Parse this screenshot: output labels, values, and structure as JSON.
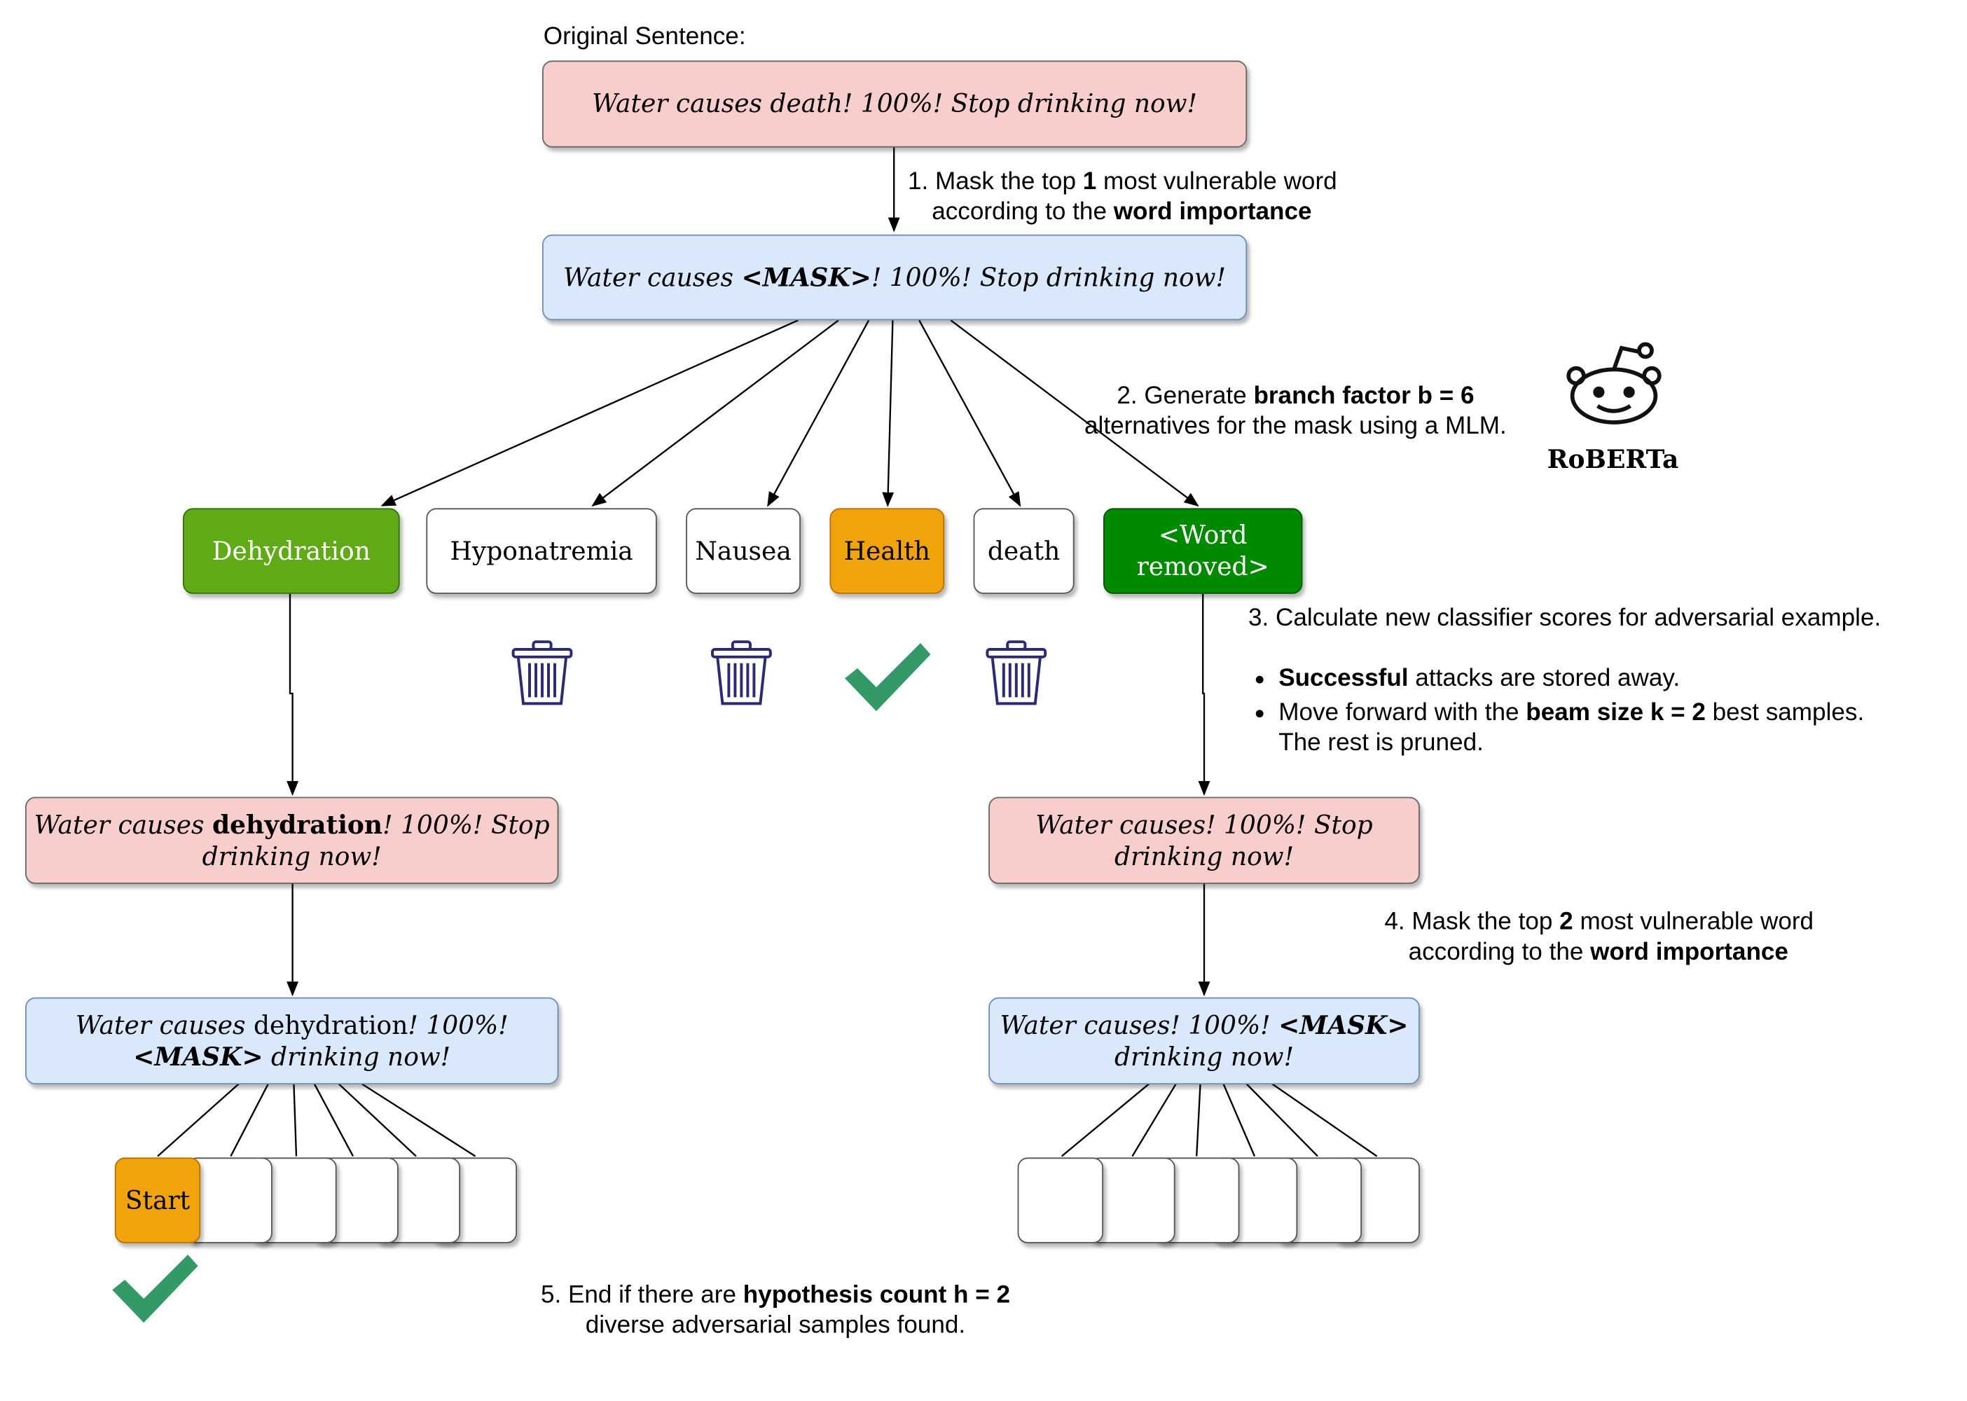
{
  "header": {
    "original_label": "Original Sentence:"
  },
  "sentences": {
    "original": "Water causes death! 100%! Stop drinking now!",
    "masked_prefix": "Water causes ",
    "mask_token": "<MASK>",
    "masked_suffix": "! 100%! Stop drinking now!",
    "left_prefix": "Water causes ",
    "left_bold": "dehydration",
    "left_suffix": "! 100%! Stop drinking now!",
    "left_masked_a": "Water causes",
    "left_masked_word": " dehydration",
    "left_masked_b": "! 100%!",
    "left_masked_mask": "<MASK>",
    "left_masked_c": " drinking now!",
    "right": "Water causes! 100%! Stop drinking now!",
    "right_masked_a": "Water causes! 100%! ",
    "right_masked_mask": "<MASK>",
    "right_masked_b": "drinking now!"
  },
  "candidates": [
    {
      "label": "Dehydration",
      "color": "#60a917"
    },
    {
      "label": "Hyponatremia",
      "color": "#ffffff"
    },
    {
      "label": "Nausea",
      "color": "#ffffff"
    },
    {
      "label": "Health",
      "color": "#f0a30a"
    },
    {
      "label": "death",
      "color": "#ffffff"
    },
    {
      "label": "<Word removed>",
      "color": "#008a00"
    }
  ],
  "start_label": "Start",
  "model_label": "RoBERTa",
  "steps": {
    "s1_pre": "1. Mask the top ",
    "s1_num": "1",
    "s1_mid": " most vulnerable word",
    "s1_line2_pre": "according to the ",
    "s1_line2_bold": "word importance",
    "s2_pre": "2. Generate ",
    "s2_bold": "branch factor b = 6",
    "s2_line2": "alternatives for the mask using a MLM.",
    "s3_title": "3. Calculate new classifier scores for adversarial example.",
    "s3_b1_bold": "Successful",
    "s3_b1_rest": " attacks are stored away.",
    "s3_b2_pre": "Move forward with the ",
    "s3_b2_bold": "beam size k = 2",
    "s3_b2_rest": " best samples.",
    "s3_b2_line2": "The rest is pruned.",
    "s4_pre": "4. Mask the top ",
    "s4_num": "2",
    "s4_mid": " most vulnerable word",
    "s4_line2_pre": "according to the ",
    "s4_line2_bold": "word importance",
    "s5_pre": "5. End if there are ",
    "s5_bold": "hypothesis count h = 2",
    "s5_line2": "diverse adversarial samples found."
  },
  "icons": [
    "trash-icon",
    "trash-icon",
    "check-icon",
    "trash-icon",
    "check-icon",
    "reddit-alien-icon"
  ],
  "colors": {
    "check": "#339966",
    "trash": "#2b2a73",
    "pink": "#f8cecc",
    "blue": "#dae8fc"
  }
}
